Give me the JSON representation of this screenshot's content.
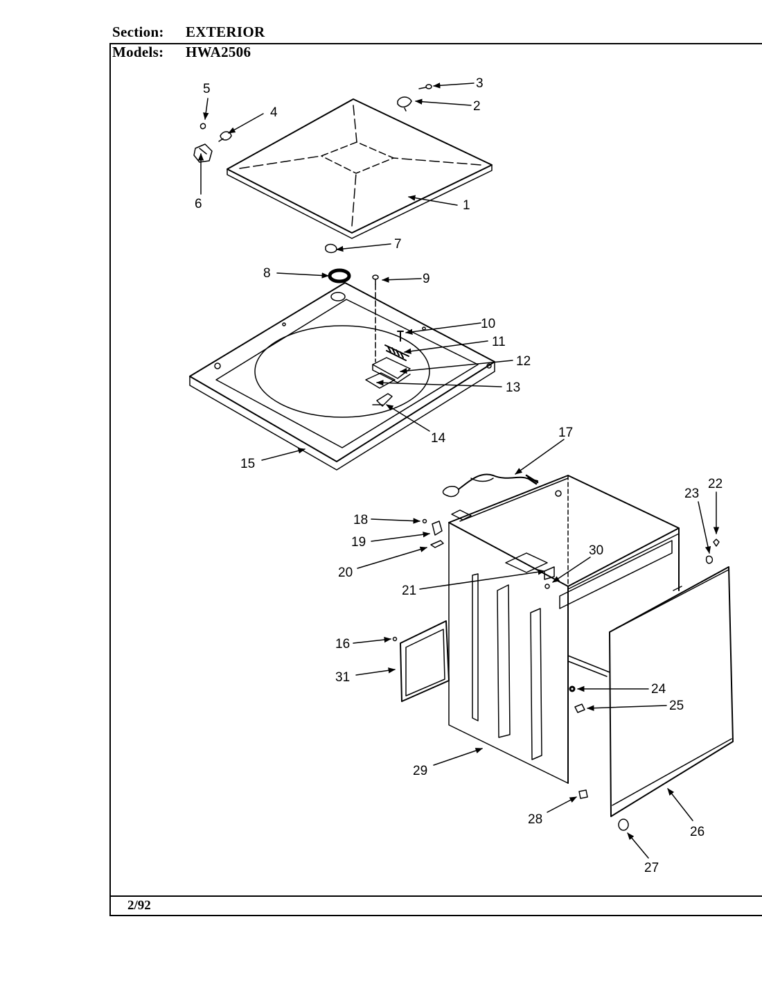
{
  "header": {
    "section_label": "Section:",
    "section_value": "EXTERIOR",
    "models_label": "Models:",
    "models_value": "HWA2506"
  },
  "footer": {
    "date_code": "2/92"
  },
  "callouts": [
    {
      "id": "c1",
      "text": "1"
    },
    {
      "id": "c2",
      "text": "2"
    },
    {
      "id": "c3",
      "text": "3"
    },
    {
      "id": "c4",
      "text": "4"
    },
    {
      "id": "c5",
      "text": "5"
    },
    {
      "id": "c6",
      "text": "6"
    },
    {
      "id": "c7",
      "text": "7"
    },
    {
      "id": "c8",
      "text": "8"
    },
    {
      "id": "c9",
      "text": "9"
    },
    {
      "id": "c10",
      "text": "10"
    },
    {
      "id": "c11",
      "text": "11"
    },
    {
      "id": "c12",
      "text": "12"
    },
    {
      "id": "c13",
      "text": "13"
    },
    {
      "id": "c14",
      "text": "14"
    },
    {
      "id": "c15",
      "text": "15"
    },
    {
      "id": "c16",
      "text": "16"
    },
    {
      "id": "c17",
      "text": "17"
    },
    {
      "id": "c18",
      "text": "18"
    },
    {
      "id": "c19",
      "text": "19"
    },
    {
      "id": "c20",
      "text": "20"
    },
    {
      "id": "c21",
      "text": "21"
    },
    {
      "id": "c22",
      "text": "22"
    },
    {
      "id": "c23",
      "text": "23"
    },
    {
      "id": "c24",
      "text": "24"
    },
    {
      "id": "c25",
      "text": "25"
    },
    {
      "id": "c26",
      "text": "26"
    },
    {
      "id": "c27",
      "text": "27"
    },
    {
      "id": "c28",
      "text": "28"
    },
    {
      "id": "c29",
      "text": "29"
    },
    {
      "id": "c30",
      "text": "30"
    },
    {
      "id": "c31",
      "text": "31"
    }
  ]
}
